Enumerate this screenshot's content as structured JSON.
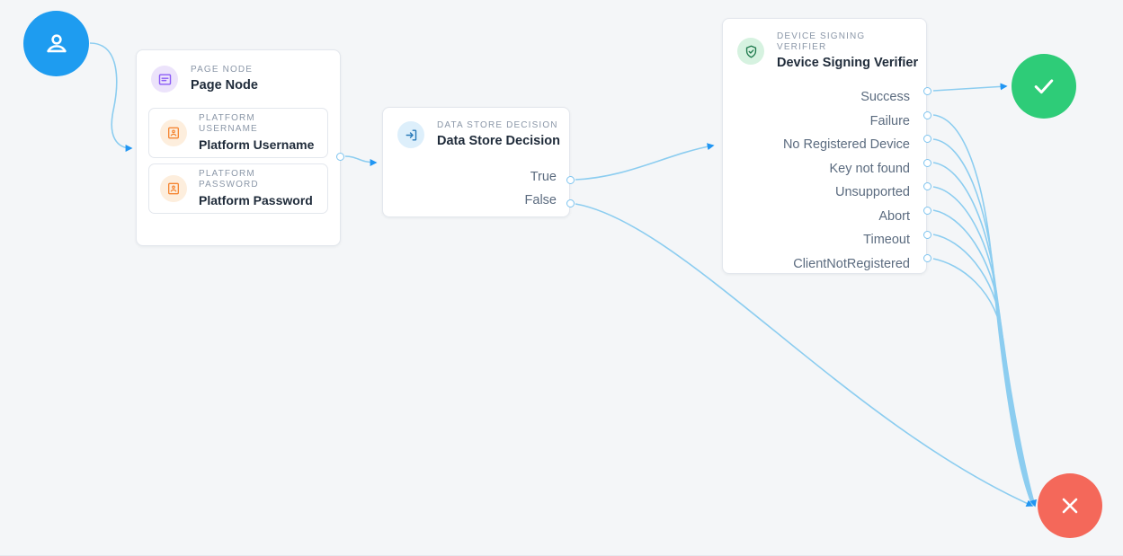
{
  "canvas": {
    "background": "#f4f6f8",
    "edge_color": "#8ccdf0",
    "port_color": "#7ec4ef"
  },
  "start_node": {
    "name": "start",
    "icon": "user-icon",
    "color": "#1e9cf0"
  },
  "page_node": {
    "kicker": "PAGE NODE",
    "title": "Page Node",
    "icon": "page-form-icon",
    "icon_color": "#8b5cf6",
    "icon_bg": "#ece3fb",
    "fields": [
      {
        "kicker": "PLATFORM USERNAME",
        "title": "Platform Username",
        "icon": "id-badge-icon",
        "icon_color": "#f58634",
        "icon_bg": "#fdeedd"
      },
      {
        "kicker": "PLATFORM PASSWORD",
        "title": "Platform Password",
        "icon": "id-badge-icon",
        "icon_color": "#f58634",
        "icon_bg": "#fdeedd"
      }
    ]
  },
  "data_store_decision": {
    "kicker": "DATA STORE DECISION",
    "title": "Data Store Decision",
    "icon": "login-arrow-icon",
    "icon_color": "#2b7bb9",
    "icon_bg": "#ddeffb",
    "outputs": [
      "True",
      "False"
    ]
  },
  "device_signing_verifier": {
    "kicker": "DEVICE SIGNING VERIFIER",
    "title": "Device Signing Verifier",
    "icon": "shield-check-icon",
    "icon_color": "#1f7a4d",
    "icon_bg": "#d6f2e0",
    "outputs": [
      "Success",
      "Failure",
      "No Registered Device",
      "Key not found",
      "Unsupported",
      "Abort",
      "Timeout",
      "ClientNotRegistered"
    ]
  },
  "success_node": {
    "name": "success",
    "icon": "check-icon",
    "color": "#2ecc78"
  },
  "failure_node": {
    "name": "failure",
    "icon": "close-x-icon",
    "color": "#f4685a"
  }
}
